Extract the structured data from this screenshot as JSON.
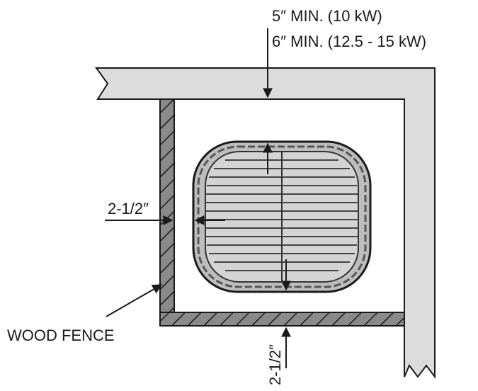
{
  "labels": {
    "clearance_top_line1": "5″ MIN. (10 kW)",
    "clearance_top_line2": "6″ MIN. (12.5 - 15 kW)",
    "clearance_left": "2-1/2″",
    "clearance_bottom": "2-1/2″",
    "wood_fence": "WOOD FENCE"
  },
  "colors": {
    "wall_fill": "#dcdcdc",
    "fence_fill": "#7a7a7a",
    "heater_fill": "#cfcfcf",
    "stroke": "#1a1a1a"
  }
}
